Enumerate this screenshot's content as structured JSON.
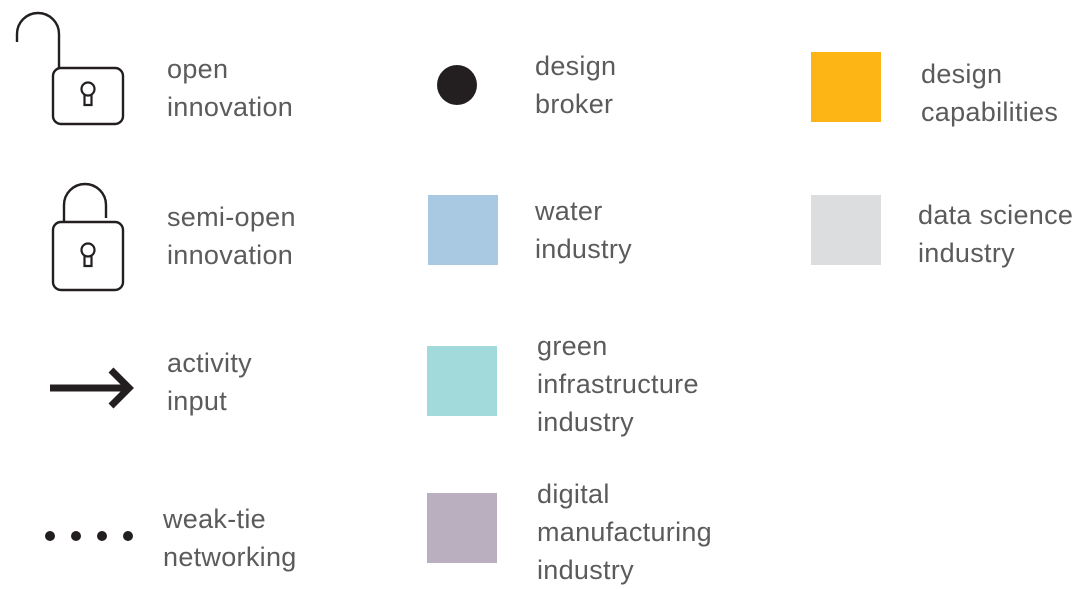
{
  "legend": {
    "open_innovation": {
      "icon": "open-padlock-icon",
      "line1": "open",
      "line2": "innovation"
    },
    "semi_open_innovation": {
      "icon": "semi-open-padlock-icon",
      "line1": "semi-open",
      "line2": "innovation"
    },
    "activity_input": {
      "icon": "arrow-right-icon",
      "line1": "activity",
      "line2": "input"
    },
    "weak_tie_networking": {
      "icon": "dotted-line-icon",
      "line1": "weak-tie",
      "line2": "networking"
    },
    "design_broker": {
      "icon": "filled-circle-icon",
      "color": "#231f20",
      "line1": "design",
      "line2": "broker"
    },
    "water_industry": {
      "color": "#a8c9e1",
      "line1": "water",
      "line2": "industry"
    },
    "green_infrastructure_industry": {
      "color": "#a2d9da",
      "line1": "green",
      "line2": "infrastructure",
      "line3": "industry"
    },
    "digital_manufacturing_industry": {
      "color": "#b9afbf",
      "line1": "digital",
      "line2": "manufacturing",
      "line3": "industry"
    },
    "design_capabilities": {
      "color": "#fdb515",
      "line1": "design",
      "line2": "capabilities"
    },
    "data_science_industry": {
      "color": "#dcdddf",
      "line1": "data science",
      "line2": "industry"
    }
  }
}
